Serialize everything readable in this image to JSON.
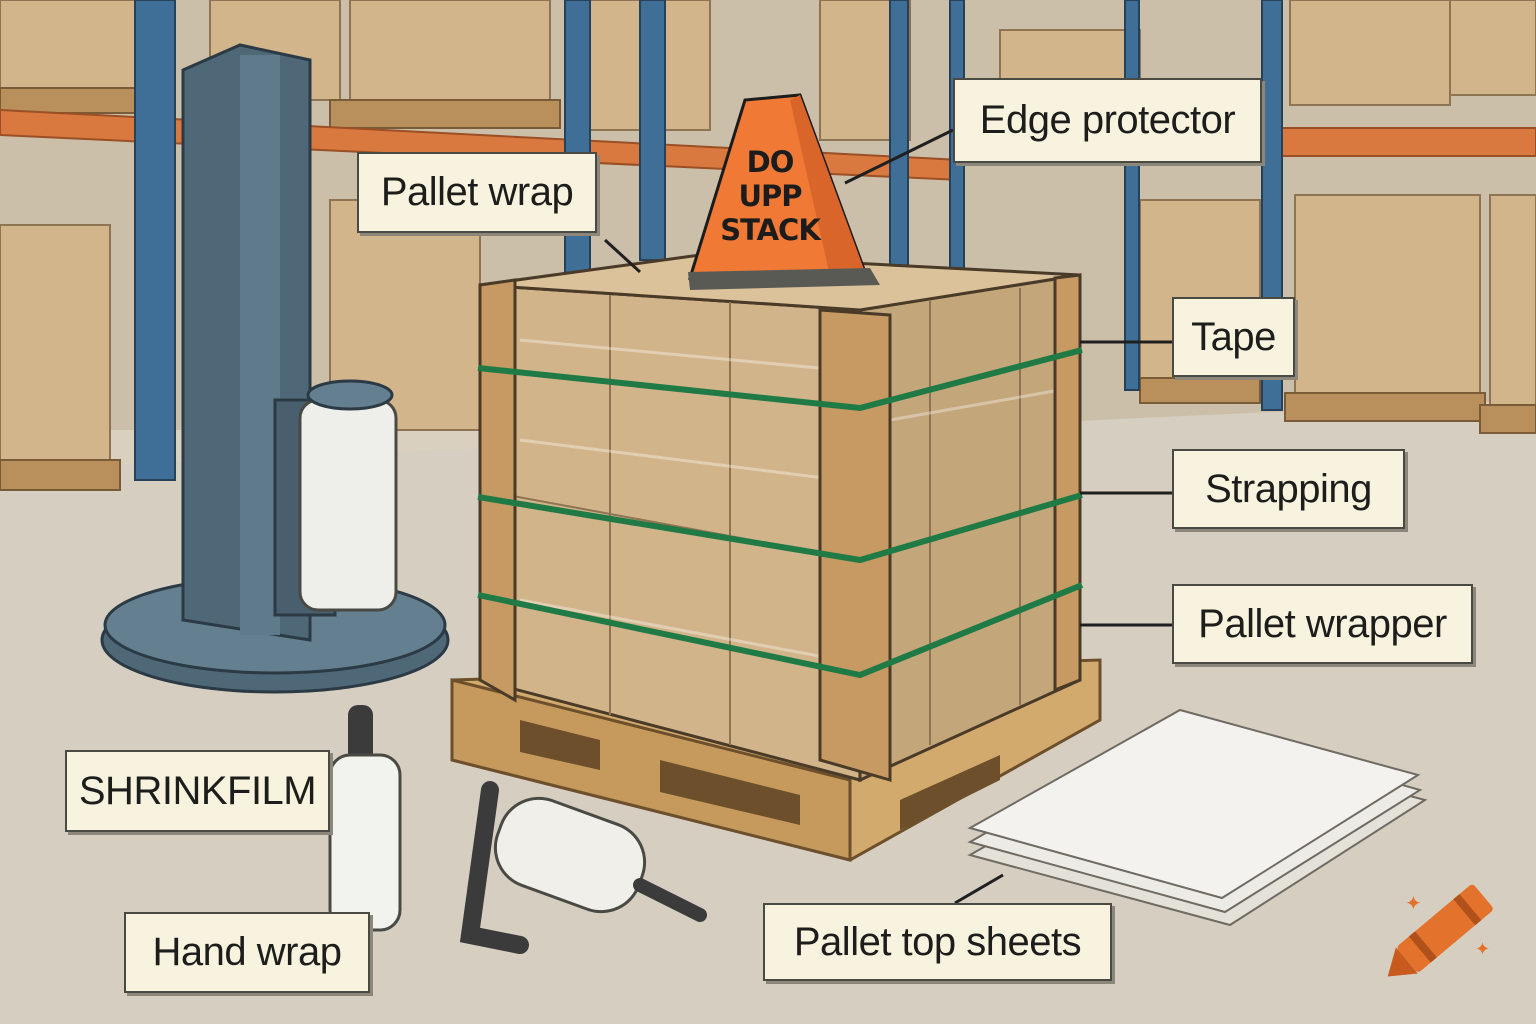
{
  "labels": {
    "pallet_wrap": "Pallet wrap",
    "edge_protector": "Edge protector",
    "tape": "Tape",
    "strapping": "Strapping",
    "pallet_wrapper": "Pallet wrapper",
    "shrinkfilm": "SHRINKFILM",
    "hand_wrap": "Hand wrap",
    "pallet_top_sheets": "Pallet top sheets"
  },
  "cone": {
    "line1": "DO",
    "line2": "UPP",
    "line3": "STACK"
  },
  "colors": {
    "rack_upright": "#3f6f96",
    "rack_beam": "#d9793f",
    "cardboard": "#c9a77c",
    "strap": "#1f7a45",
    "cone": "#f07a35",
    "machine": "#4f6878",
    "label_bg": "#f8f3df"
  },
  "logo": "crayon-icon"
}
